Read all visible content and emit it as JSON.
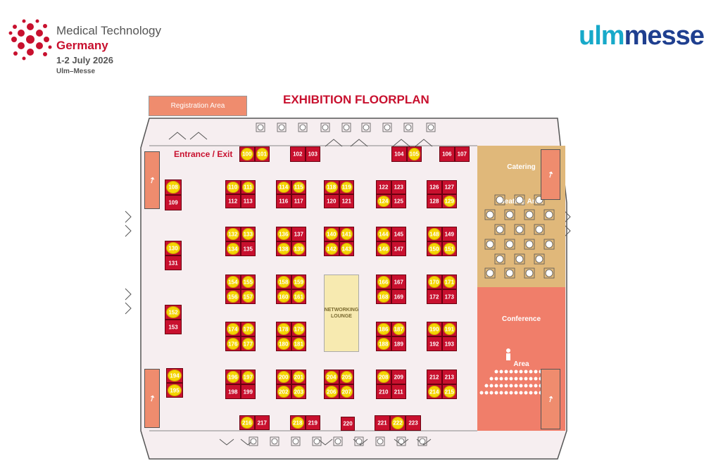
{
  "event": {
    "line1": "Medical Technology",
    "line2": "Germany",
    "dates": "1-2 July 2026",
    "venue": "Ulm–Messe"
  },
  "brand": {
    "part1": "ulm",
    "part2": "messe"
  },
  "plan": {
    "title": "EXHIBITION FLOORPLAN",
    "registration": "Registration Area",
    "entrance": "Entrance / Exit",
    "catering": [
      "Catering",
      "Seating Area"
    ],
    "conference": [
      "Conference",
      "Area"
    ],
    "lounge": [
      "NETWORKING",
      "LOUNGE"
    ]
  },
  "colors": {
    "booth_red": "#c8102e",
    "booth_yellow": "#f5d400",
    "floor": "#f6eef0",
    "catering": "#e0b87a",
    "conference": "#f07e6a",
    "accent_orange": "#ef8c6e",
    "title_red": "#c8102e",
    "brand_cyan": "#17a9c9",
    "brand_navy": "#1f3f8f"
  },
  "icons": {
    "exit_sign": "emergency-exit-icon",
    "door": "double-door-icon",
    "table": "round-table-icon",
    "speaker": "speaker-icon"
  },
  "booths": [
    {
      "cells": [
        "100",
        "101"
      ],
      "yellow": [
        "100",
        "101"
      ]
    },
    {
      "cells": [
        "102",
        "103"
      ],
      "yellow": []
    },
    {
      "cells": [
        "104",
        "105"
      ],
      "yellow": [
        "105"
      ]
    },
    {
      "cells": [
        "106",
        "107"
      ],
      "yellow": []
    },
    {
      "cells": [
        "108",
        "109"
      ],
      "yellow": [
        "108"
      ]
    },
    {
      "cells": [
        "110",
        "111",
        "112",
        "113"
      ],
      "yellow": [
        "110",
        "111"
      ]
    },
    {
      "cells": [
        "114",
        "115",
        "116",
        "117"
      ],
      "yellow": [
        "114",
        "115"
      ]
    },
    {
      "cells": [
        "118",
        "119",
        "120",
        "121"
      ],
      "yellow": [
        "118",
        "119"
      ]
    },
    {
      "cells": [
        "122",
        "123",
        "124",
        "125"
      ],
      "yellow": [
        "124"
      ]
    },
    {
      "cells": [
        "126",
        "127",
        "128",
        "129"
      ],
      "yellow": [
        "129"
      ]
    },
    {
      "cells": [
        "130",
        "131"
      ],
      "yellow": [
        "130"
      ]
    },
    {
      "cells": [
        "132",
        "133",
        "134",
        "135"
      ],
      "yellow": [
        "132",
        "133",
        "134"
      ]
    },
    {
      "cells": [
        "136",
        "137",
        "138",
        "139"
      ],
      "yellow": [
        "136",
        "138",
        "139"
      ]
    },
    {
      "cells": [
        "140",
        "141",
        "142",
        "143"
      ],
      "yellow": [
        "140",
        "141",
        "142",
        "143"
      ]
    },
    {
      "cells": [
        "144",
        "145",
        "146",
        "147"
      ],
      "yellow": [
        "144",
        "146"
      ]
    },
    {
      "cells": [
        "148",
        "149",
        "150",
        "151"
      ],
      "yellow": [
        "148",
        "150",
        "151"
      ]
    },
    {
      "cells": [
        "152",
        "153"
      ],
      "yellow": [
        "152"
      ]
    },
    {
      "cells": [
        "154",
        "155",
        "156",
        "157"
      ],
      "yellow": [
        "154",
        "155",
        "156",
        "157"
      ]
    },
    {
      "cells": [
        "158",
        "159",
        "160",
        "161"
      ],
      "yellow": [
        "158",
        "159",
        "160",
        "161"
      ]
    },
    {
      "cells": [
        "166",
        "167",
        "168",
        "169"
      ],
      "yellow": [
        "166",
        "168"
      ]
    },
    {
      "cells": [
        "170",
        "171",
        "172",
        "173"
      ],
      "yellow": [
        "170",
        "171"
      ]
    },
    {
      "cells": [
        "174",
        "175",
        "176",
        "177"
      ],
      "yellow": [
        "174",
        "175",
        "176",
        "177"
      ]
    },
    {
      "cells": [
        "178",
        "179",
        "180",
        "181"
      ],
      "yellow": [
        "178",
        "179",
        "180",
        "181"
      ]
    },
    {
      "cells": [
        "186",
        "187",
        "188",
        "189"
      ],
      "yellow": [
        "186",
        "187",
        "188"
      ]
    },
    {
      "cells": [
        "190",
        "191",
        "192",
        "193"
      ],
      "yellow": [
        "190",
        "191"
      ]
    },
    {
      "cells": [
        "194",
        "195"
      ],
      "yellow": [
        "194",
        "195"
      ]
    },
    {
      "cells": [
        "196",
        "197",
        "198",
        "199"
      ],
      "yellow": [
        "196",
        "197"
      ]
    },
    {
      "cells": [
        "200",
        "201",
        "202",
        "203"
      ],
      "yellow": [
        "200",
        "201",
        "202",
        "203"
      ]
    },
    {
      "cells": [
        "204",
        "205",
        "206",
        "207"
      ],
      "yellow": [
        "204",
        "205",
        "206",
        "207"
      ]
    },
    {
      "cells": [
        "208",
        "209",
        "210",
        "211"
      ],
      "yellow": [
        "208"
      ]
    },
    {
      "cells": [
        "212",
        "213",
        "214",
        "215"
      ],
      "yellow": [
        "214",
        "215"
      ]
    },
    {
      "cells": [
        "216",
        "217"
      ],
      "yellow": [
        "216"
      ]
    },
    {
      "cells": [
        "218",
        "219"
      ],
      "yellow": [
        "218"
      ]
    },
    {
      "cells": [
        "220"
      ],
      "yellow": []
    },
    {
      "cells": [
        "221",
        "222",
        "223"
      ],
      "yellow": [
        "222"
      ]
    }
  ]
}
